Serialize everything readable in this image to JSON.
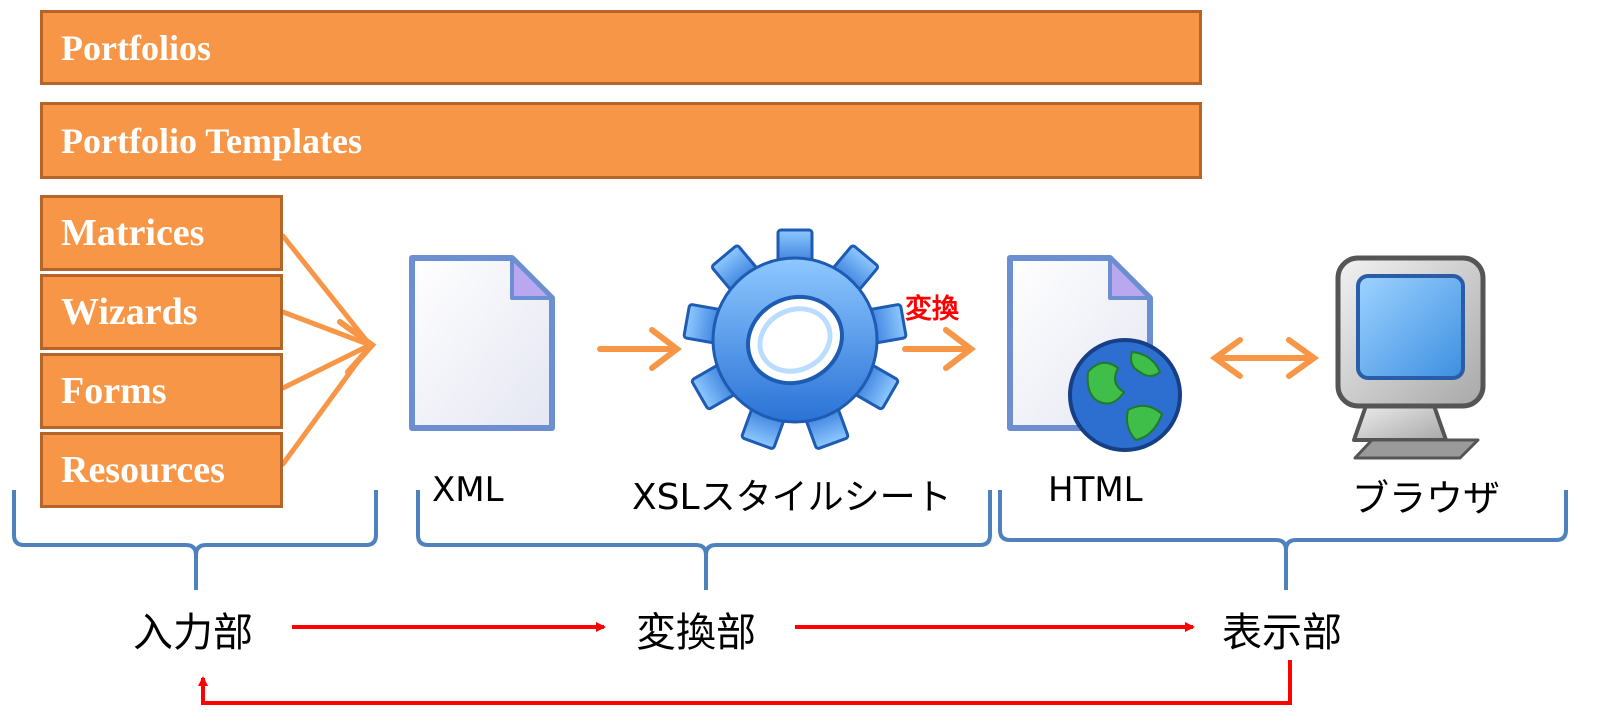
{
  "bars": {
    "portfolios": "Portfolios",
    "portfolio_templates": "Portfolio Templates"
  },
  "inputs": [
    "Matrices",
    "Wizards",
    "Forms",
    "Resources"
  ],
  "icons": {
    "xml": {
      "name": "document-icon",
      "label": "XML"
    },
    "xsl": {
      "name": "gear-icon",
      "label": "XSLスタイルシート"
    },
    "html": {
      "name": "web-document-icon",
      "label": "HTML"
    },
    "browser": {
      "name": "monitor-icon",
      "label": "ブラウザ"
    }
  },
  "convert_label": "変換",
  "stages": {
    "input": "入力部",
    "transform": "変換部",
    "display": "表示部"
  },
  "colors": {
    "bar_fill": "#f79646",
    "bar_border": "#b5652a",
    "orange_arrow": "#f79646",
    "red_arrow": "#ff0000",
    "brace": "#4f81bd"
  }
}
